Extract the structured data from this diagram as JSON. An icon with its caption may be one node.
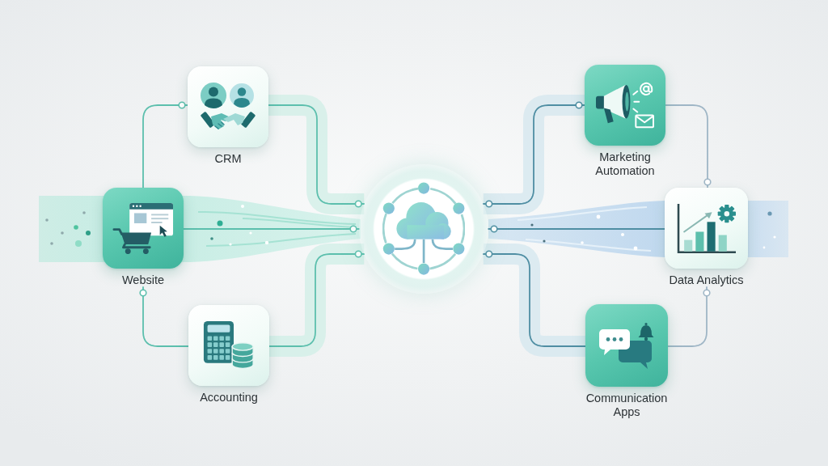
{
  "diagram": {
    "nodes": [
      {
        "text": [
          "CRM"
        ]
      },
      {
        "text": [
          "Marketing Automation"
        ]
      },
      {
        "text": [
          "Website"
        ]
      },
      {
        "text": [],
        "shape": "circle"
      },
      {
        "text": [
          "Data Analytics"
        ]
      },
      {
        "text": [
          "Accounting"
        ]
      },
      {
        "text": [
          "Communication Apps"
        ]
      }
    ],
    "edges": [
      {
        "from": 2,
        "to": 0,
        "arrow": "other"
      },
      {
        "from": 0,
        "to": 3,
        "arrow": "other"
      },
      {
        "from": 1,
        "to": 3,
        "arrow": "other",
        "color": "#4f8ea3"
      },
      {
        "from": 1,
        "to": 4,
        "arrow": "other",
        "color": "#9fb6c6"
      },
      {
        "from": 2,
        "to": 3,
        "arrow": "other"
      },
      {
        "from": 4,
        "to": 3,
        "arrow": "other",
        "color": "#4f8ea3"
      },
      {
        "from": 5,
        "to": 2,
        "arrow": "other"
      },
      {
        "from": 5,
        "to": 3,
        "arrow": "other"
      },
      {
        "from": 6,
        "to": 3,
        "arrow": "other",
        "color": "#4f8ea3"
      },
      {
        "from": 6,
        "to": 4,
        "arrow": "other",
        "color": "#9fb6c6"
      }
    ]
  }
}
